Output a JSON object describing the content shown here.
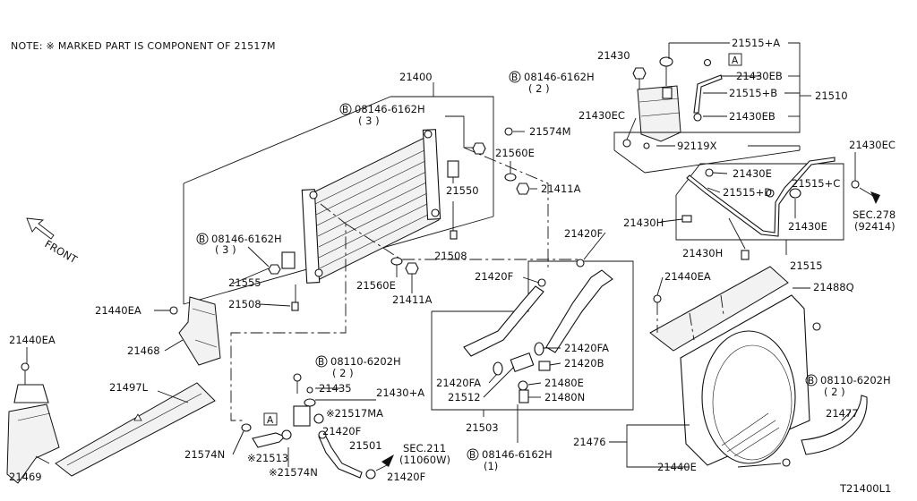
{
  "note": "NOTE: ※ MARKED PART IS COMPONENT OF  21517M",
  "front_label": "FRONT",
  "diagram_id": "T21400L1",
  "circle_b": "B",
  "box_a": "A",
  "labels": {
    "p21400": "21400",
    "b08146_top": "08146-6162H",
    "qty3_top": "( 3 )",
    "p21574M": "21574M",
    "p21560E_r": "21560E",
    "p21550": "21550",
    "p21411A_r": "21411A",
    "p21508_r": "21508",
    "b08146_left": "08146-6162H",
    "qty3_left": "( 3 )",
    "p21555": "21555",
    "p21560E_b": "21560E",
    "p21411A_b": "21411A",
    "p21508_l": "21508",
    "p21430": "21430",
    "b08146_res": "08146-6162H",
    "qty2_res": "( 2 )",
    "p21515A": "21515+A",
    "p21430EB_1": "21430EB",
    "p21515B": "21515+B",
    "p21510": "21510",
    "p21430EC_l": "21430EC",
    "p21430EB_2": "21430EB",
    "p92119X": "92119X",
    "p21430EC_r": "21430EC",
    "p21430E_1": "21430E",
    "p21515D": "21515+D",
    "p21515C": "21515+C",
    "sec278": "SEC.278",
    "ref92414": "(92414)",
    "p21430H_1": "21430H",
    "p21430E_2": "21430E",
    "p21430H_2": "21430H",
    "p21515": "21515",
    "p21420F_top": "21420F",
    "p21420F_mid": "21420F",
    "p21420FA_r": "21420FA",
    "p21420B": "21420B",
    "p21420FA_l": "21420FA",
    "p21480E": "21480E",
    "p21512": "21512",
    "p21480N": "21480N",
    "p21503": "21503",
    "b08146_bot": "08146-6162H",
    "qty1_bot": "(1)",
    "p21440EA_r": "21440EA",
    "p21488Q": "21488Q",
    "b08110_r": "08110-6202H",
    "qty2_r": "( 2 )",
    "p21477": "21477",
    "p21476": "21476",
    "p21440E": "21440E",
    "p21440EA_l": "21440EA",
    "p21468": "21468",
    "p21440EA_fl": "21440EA",
    "p21497L": "21497L",
    "p21469": "21469",
    "b08110_c": "08110-6202H",
    "qty2_c": "( 2 )",
    "p21435": "21435",
    "p21430A": "21430+A",
    "p21517MA": "※21517MA",
    "p21420F_c": "21420F",
    "p21501": "21501",
    "sec211": "SEC.211",
    "ref11060W": "(11060W)",
    "p21574N_l": "21574N",
    "p21513": "※21513",
    "p21574N_b": "※21574N",
    "p21420F_bot": "21420F"
  }
}
